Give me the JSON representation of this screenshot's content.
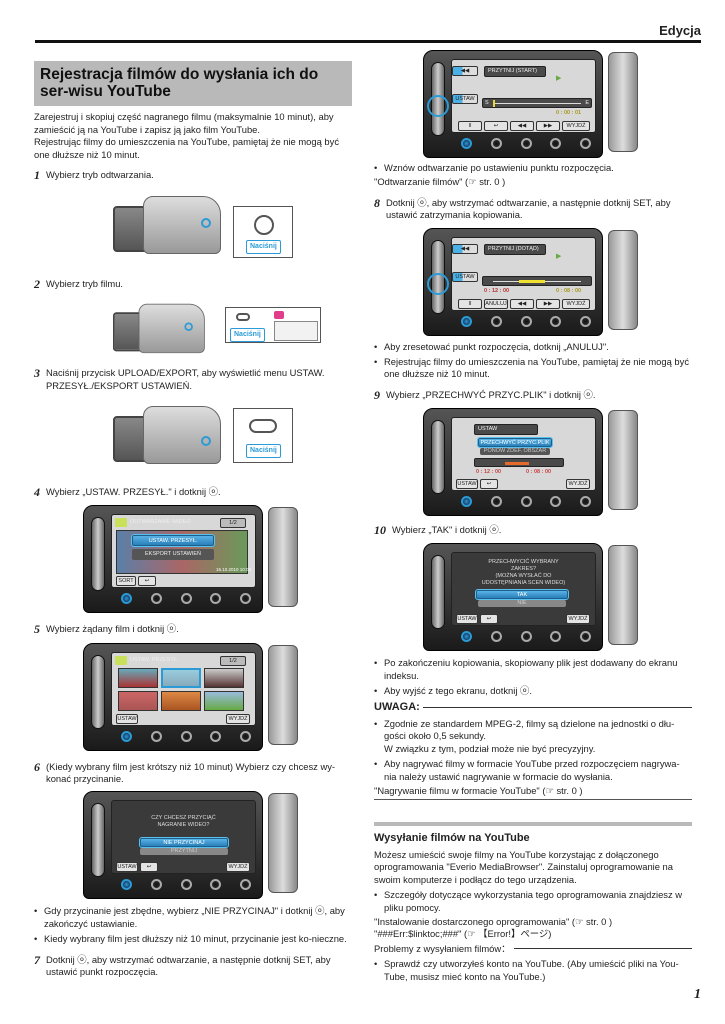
{
  "header": {
    "section": "Edycja"
  },
  "page_number": "1",
  "left": {
    "title": "Rejestracja filmów do wysłania ich do ser-wisu YouTube",
    "intro_1": "Zarejestruj i skopiuj część nagranego filmu (maksymalnie 10 minut), aby zamieścić ją na YouTube i zapisz ją jako film YouTube.",
    "intro_2": "Rejestrując filmy do umieszczenia na YouTube, pamiętaj że nie mogą być one dłuższe niż 10 minut.",
    "steps": [
      {
        "num": "1",
        "text": "Wybierz tryb odtwarzania.",
        "callout": "Naciśnij"
      },
      {
        "num": "2",
        "text": "Wybierz tryb filmu.",
        "callout": "Naciśnij"
      },
      {
        "num": "3",
        "text": "Naciśnij przycisk UPLOAD/EXPORT, aby wyświetlić menu USTAW. PRZESYŁ./EKSPORT USTAWIEŃ.",
        "callout": "Naciśnij"
      },
      {
        "num": "4",
        "text": "Wybierz „USTAW. PRZESYŁ.\" i dotknij ⓞ."
      },
      {
        "num": "5",
        "text": "Wybierz żądany film i dotknij ⓞ."
      },
      {
        "num": "6",
        "text": "(Kiedy wybrany film jest krótszy niż 10 minut) Wybierz czy chcesz wy-konać przycinanie."
      },
      {
        "num": "7",
        "text": "Dotknij ⓞ, aby wstrzymać odtwarzanie, a następnie dotknij SET, aby ustawić punkt rozpoczęcia."
      }
    ],
    "screen4": {
      "header": "ODTWARZANIE WIDEO",
      "page": "1/2",
      "item1": "USTAW. PRZESYŁ.",
      "item2": "EKSPORT USTAWIEŃ",
      "date": "15.10.2010 10:00",
      "btn_sort": "SORT",
      "btn_back": "↩"
    },
    "screen5": {
      "header": "USTAW. PRZESYŁ.",
      "page": "1/2",
      "btn_left": "USTAW",
      "btn_right": "WYJDŹ"
    },
    "screen6": {
      "question_1": "CZY CHCESZ PRZYCIĄĆ",
      "question_2": "NAGRANIE WIDEO?",
      "opt_no": "NIE PRZYCINAJ",
      "opt_yes": "PRZYTNIJ",
      "btn_left": "USTAW",
      "btn_back": "↩",
      "btn_right": "WYJDŹ"
    },
    "bullets_6": [
      "Gdy przycinanie jest zbędne, wybierz „NIE PRZYCINAJ\" i dotknij ⓞ, aby zakończyć ustawianie.",
      "Kiedy wybrany film jest dłuższy niż 10 minut, przycinanie jest ko-nieczne."
    ]
  },
  "right": {
    "screen7": {
      "label": "PRZYTNIJ (START)",
      "set": "USTAW",
      "time": "0 : 00 : 01",
      "s": "S",
      "e": "E",
      "btn_pause": "II",
      "btn_back": "↩",
      "btn_rew": "◀◀",
      "btn_ff": "▶▶",
      "btn_exit": "WYJDŹ"
    },
    "bullet_7": "Wznów odtwarzanie po ustawieniu punktu rozpoczęcia.",
    "ref_7": "\"Odtwarzanie filmów\"  (☞ str. 0   )",
    "step8": {
      "num": "8",
      "text": "Dotknij ⓞ, aby wstrzymać odtwarzanie, a następnie dotknij SET, aby ustawić zatrzymania kopiowania."
    },
    "screen8": {
      "label": "PRZYTNIJ (DOTĄD)",
      "set": "USTAW",
      "time_start": "0 : 12 : 00",
      "time_len": "0 : 08 : 00",
      "btn_pause": "II",
      "btn_cancel": "ANULUJ",
      "btn_rew": "◀◀",
      "btn_ff": "▶▶",
      "btn_exit": "WYJDŹ"
    },
    "bullets_8": [
      "Aby zresetować punkt rozpoczęcia, dotknij „ANULUJ\".",
      "Rejestrując filmy do umieszczenia na YouTube, pamiętaj że nie mogą być one dłuższe niż 10 minut."
    ],
    "step9": {
      "num": "9",
      "text": "Wybierz „PRZECHWYĆ PRZYC.PLIK\" i dotknij ⓞ."
    },
    "screen9": {
      "label": "USTAW",
      "opt1": "PRZECHWYĆ PRZYC.PLIK",
      "opt2": "PONÓW ZDEF. OBSZAR",
      "time_start": "0 : 12 : 00",
      "time_len": "0 : 08 : 00",
      "btn_left": "USTAW",
      "btn_back": "↩",
      "btn_right": "WYJDŹ"
    },
    "step10": {
      "num": "10",
      "text": "Wybierz „TAK\" i dotknij ⓞ."
    },
    "screen10": {
      "q1": "PRZECHWYCIĆ WYBRANY",
      "q2": "ZAKRES?",
      "q3": "(MOŻNA WYSŁAĆ DO",
      "q4": "UDOSTĘPNIANIA SCEN WIDEO)",
      "yes": "TAK",
      "no": "NIE",
      "btn_left": "USTAW",
      "btn_back": "↩",
      "btn_right": "WYJDŹ"
    },
    "bullets_10": [
      "Po zakończeniu kopiowania, skopiowany plik jest dodawany do ekranu indeksu.",
      "Aby wyjść z tego ekranu, dotknij ⓞ."
    ],
    "note_title": "UWAGA:",
    "notes": [
      "Zgodnie ze standardem MPEG-2, filmy są dzielone na jednostki o dłu-gości około 0,5 sekundy.",
      "W związku z tym, podział może nie być precyzyjny.",
      "Aby nagrywać filmy w formacie YouTube przed rozpoczęciem nagrywa-nia należy ustawić nagrywanie w formacie do wysłania."
    ],
    "note_ref": "\"Nagrywanie filmu w formacie YouTube\"  (☞ str. 0   )",
    "section": {
      "title": "Wysyłanie filmów na YouTube",
      "text": "Możesz umieścić swoje filmy na YouTube korzystając z dołączonego oprogramowania \"Everio MediaBrowser\". Zainstaluj oprogramowanie na swoim komputerze i podłącz do tego urządzenia.",
      "bullet": "Szczegóły dotyczące wykorzystania tego oprogramowania znajdziesz w pliku pomocy.",
      "ref1": "\"Instalowanie dostarczonego oprogramowania\"  (☞ str. 0   )",
      "ref2": "\"###Err:$linktoc;###\"  (☞ 【Error!】ページ)",
      "problems": "Problemy z wysyłaniem filmów：",
      "problem_bullet": "Sprawdź czy utworzyłeś konto na YouTube. (Aby umieścić pliki na You-Tube, musisz mieć konto na YouTube.)"
    }
  }
}
